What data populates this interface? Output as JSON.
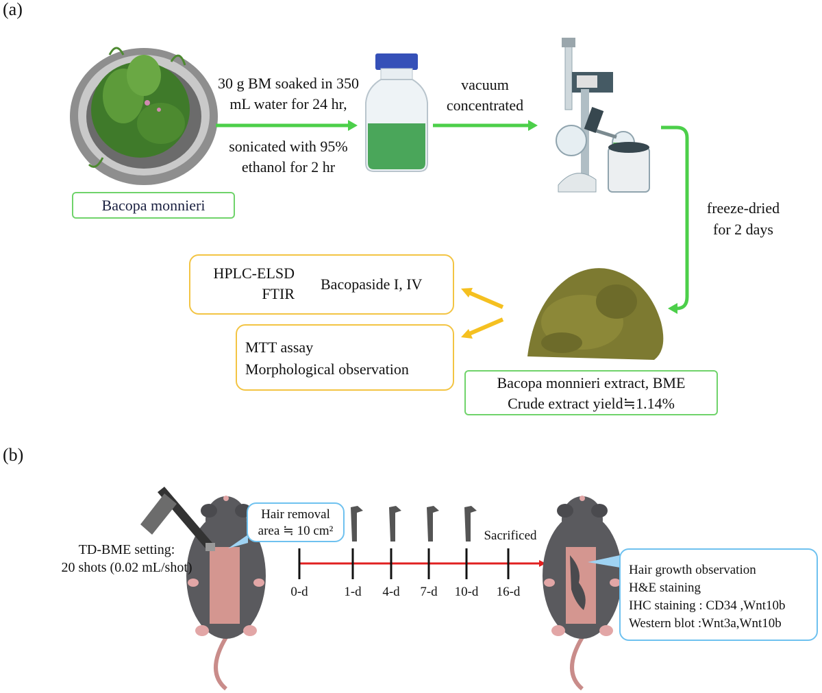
{
  "panel_a": {
    "label": "(a)",
    "plant_label": "Bacopa monnieri",
    "step1_top": [
      "30 g BM soaked in 350",
      "mL water for 24 hr,"
    ],
    "step1_bottom": [
      "sonicated with 95%",
      "ethanol for 2 hr"
    ],
    "step2": [
      "vacuum",
      "concentrated"
    ],
    "step3": [
      "freeze-dried",
      "for 2 days"
    ],
    "extract_label": [
      "Bacopa monnieri extract, BME",
      "Crude extract yield≒1.14%"
    ],
    "analysis1": {
      "methods": [
        "HPLC-ELSD",
        "FTIR"
      ],
      "result": "Bacopaside I, IV"
    },
    "analysis2": [
      "MTT assay",
      "Morphological observation"
    ],
    "colors": {
      "green_arrow": "#4ccf4a",
      "yellow_arrow": "#f5c020",
      "green_border": "#6fd36a",
      "yellow_border": "#f3c443"
    }
  },
  "panel_b": {
    "label": "(b)",
    "setting": [
      "TD-BME setting:",
      "20 shots (0.02 mL/shot)"
    ],
    "hair_removal": [
      "Hair removal",
      "area ≒ 10 cm²"
    ],
    "timeline_event": "Sacrificed",
    "timeline_days": [
      "0-d",
      "1-d",
      "4-d",
      "7-d",
      "10-d",
      "16-d"
    ],
    "outcomes": [
      "Hair growth observation",
      "H&E staining",
      "IHC  staining : CD34 ,Wnt10b",
      "Western blot :Wnt3a,Wnt10b"
    ],
    "colors": {
      "timeline": "#e02020",
      "blue_border": "#6ec1ef",
      "mouse": "#5a5a5e",
      "shaved": "#d49690"
    }
  }
}
